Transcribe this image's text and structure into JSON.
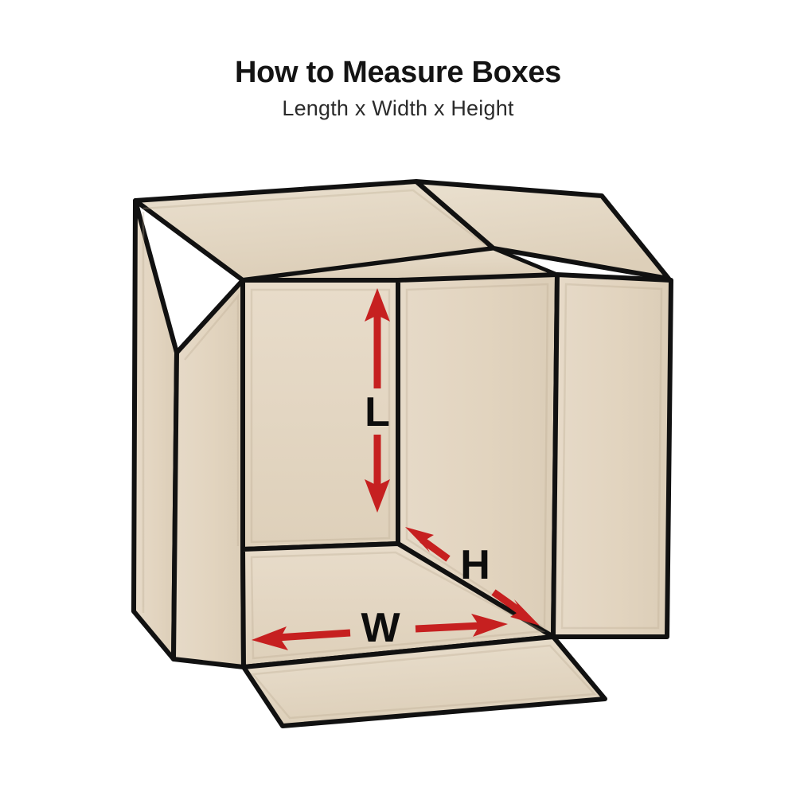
{
  "page": {
    "background_color": "#ffffff"
  },
  "header": {
    "title": "How to Measure Boxes",
    "subtitle": "Length x Width x Height"
  },
  "diagram": {
    "name": "open-cardboard-box-isometric",
    "description": "Open corrugated shipping box shown in three-quarter view with open top flaps, an open front-left flap and a folded-down bottom front flap, annotated with three red double-headed dimension arrows.",
    "colors": {
      "cardboard_fill": "#e3d5c1",
      "cardboard_fill_light": "#e8dcca",
      "cardboard_fill_shadow": "#dccdb6",
      "outline": "#111111",
      "arrow_red": "#c62020",
      "arrow_red_dark": "#a81818",
      "label_text": "#0d0d0d",
      "background": "#ffffff"
    },
    "annotations": [
      {
        "id": "length",
        "letter": "L",
        "meaning": "Length",
        "arrow": "vertical double-headed",
        "placement": "back interior wall, right side",
        "color": "#c62020"
      },
      {
        "id": "width",
        "letter": "W",
        "meaning": "Width",
        "arrow": "horizontal double-headed",
        "placement": "box floor, front edge",
        "color": "#c62020"
      },
      {
        "id": "height",
        "letter": "H",
        "meaning": "Height",
        "arrow": "diagonal double-headed",
        "placement": "box floor, right depth edge",
        "color": "#c62020"
      }
    ],
    "parts": [
      "top-back-flap",
      "top-right-flap",
      "left-side-open-flap",
      "left-interior-wall",
      "back-interior-wall",
      "right-interior-wall",
      "right-side-open-flap",
      "box-floor",
      "bottom-front-flap"
    ]
  }
}
